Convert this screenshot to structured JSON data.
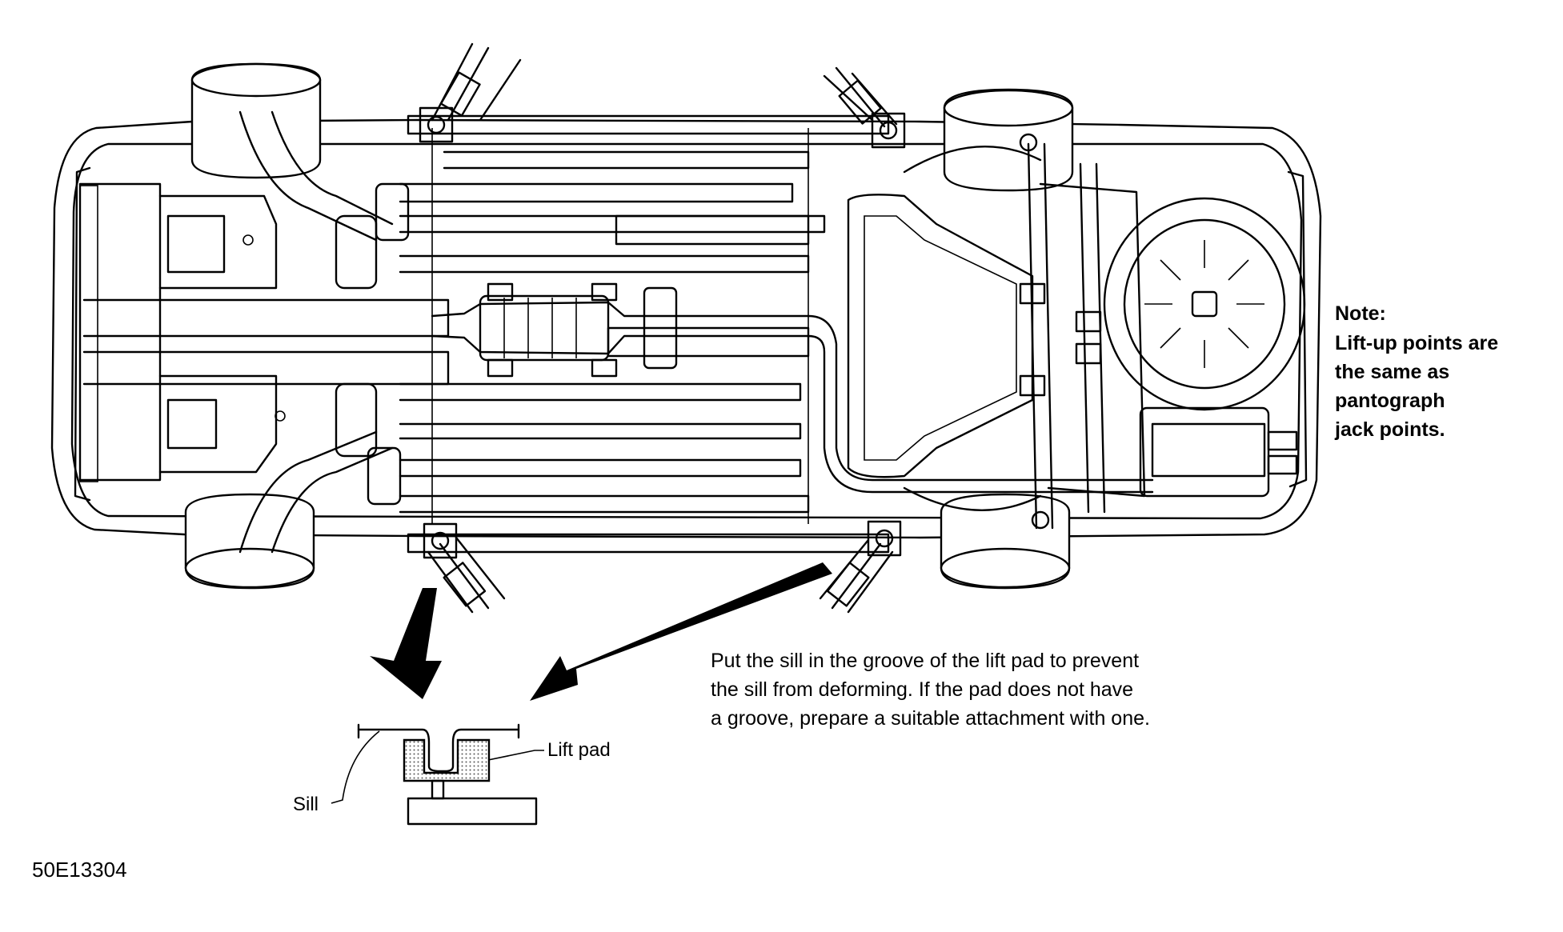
{
  "note": {
    "heading": "Note:",
    "lines": [
      "Lift-up points are",
      "the same as",
      "pantograph",
      "jack points."
    ]
  },
  "instruction": {
    "lines": [
      "Put the sill in the groove of the lift pad to prevent",
      "the sill from deforming.  If the pad does not have",
      "a groove, prepare a suitable attachment with one."
    ]
  },
  "detail": {
    "lift_pad_label": "Lift pad",
    "sill_label": "Sill"
  },
  "figure_code": "50E13304"
}
